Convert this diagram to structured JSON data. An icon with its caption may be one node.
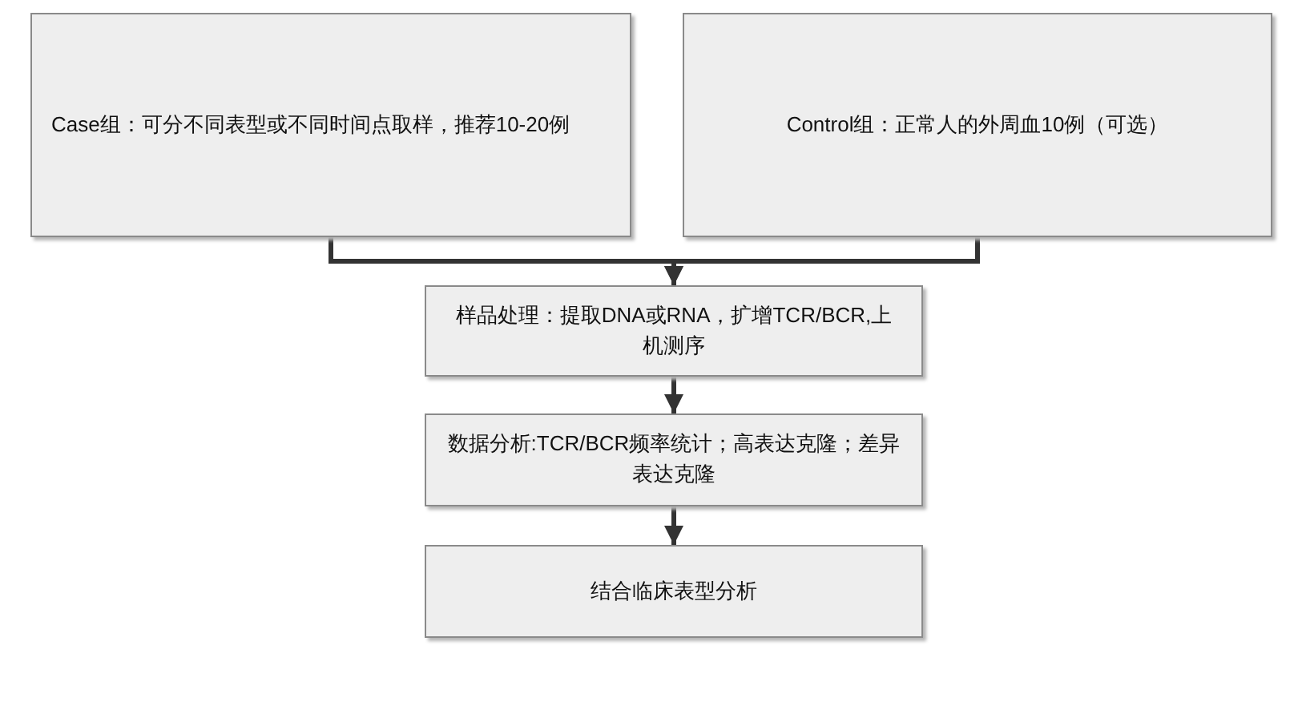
{
  "diagram": {
    "nodes": [
      {
        "text": [
          "Case组：可分不同表型或不同时间点取样，推荐10-20例"
        ]
      },
      {
        "text": [
          "Control组：正常人的外周血10例（可选）"
        ]
      },
      {
        "text": [
          "样品处理：提取DNA或RNA，扩增TCR/BCR,上机测序"
        ]
      },
      {
        "text": [
          "数据分析:TCR/BCR频率统计；高表达克隆；差异表达克隆"
        ]
      },
      {
        "text": [
          "结合临床表型分析"
        ]
      }
    ],
    "edges": [
      {
        "from": 0,
        "to": 2,
        "arrow": "to"
      },
      {
        "from": 1,
        "to": 2,
        "arrow": "to"
      },
      {
        "from": 2,
        "to": 3,
        "arrow": "to"
      },
      {
        "from": 3,
        "to": 4,
        "arrow": "to"
      }
    ]
  }
}
